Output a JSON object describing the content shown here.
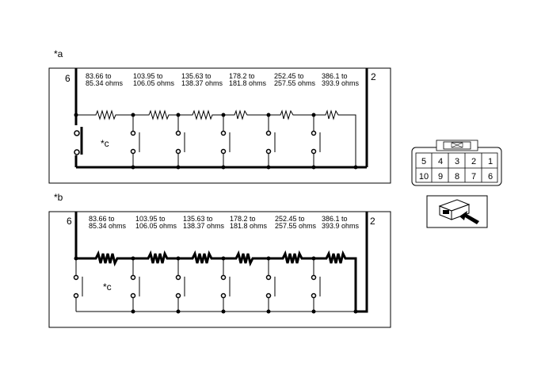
{
  "diagram_a": {
    "label": "*a",
    "left_terminal": "6",
    "right_terminal": "2",
    "switch_label": "*c",
    "resistors": [
      {
        "line1": "83.66 to",
        "line2": "85.34 ohms"
      },
      {
        "line1": "103.95 to",
        "line2": "106.05 ohms"
      },
      {
        "line1": "135.63 to",
        "line2": "138.37 ohms"
      },
      {
        "line1": "178.2 to",
        "line2": "181.8 ohms"
      },
      {
        "line1": "252.45 to",
        "line2": "257.55 ohms"
      },
      {
        "line1": "386.1 to",
        "line2": "393.9 ohms"
      }
    ]
  },
  "diagram_b": {
    "label": "*b",
    "left_terminal": "6",
    "right_terminal": "2",
    "switch_label": "*c",
    "resistors": [
      {
        "line1": "83.66 to",
        "line2": "85.34 ohms"
      },
      {
        "line1": "103.95 to",
        "line2": "106.05 ohms"
      },
      {
        "line1": "135.63 to",
        "line2": "138.37 ohms"
      },
      {
        "line1": "178.2 to",
        "line2": "181.8 ohms"
      },
      {
        "line1": "252.45 to",
        "line2": "257.55 ohms"
      },
      {
        "line1": "386.1 to",
        "line2": "393.9 ohms"
      }
    ]
  },
  "connector": {
    "top_row": [
      "5",
      "4",
      "3",
      "2",
      "1"
    ],
    "bottom_row": [
      "10",
      "9",
      "8",
      "7",
      "6"
    ]
  }
}
